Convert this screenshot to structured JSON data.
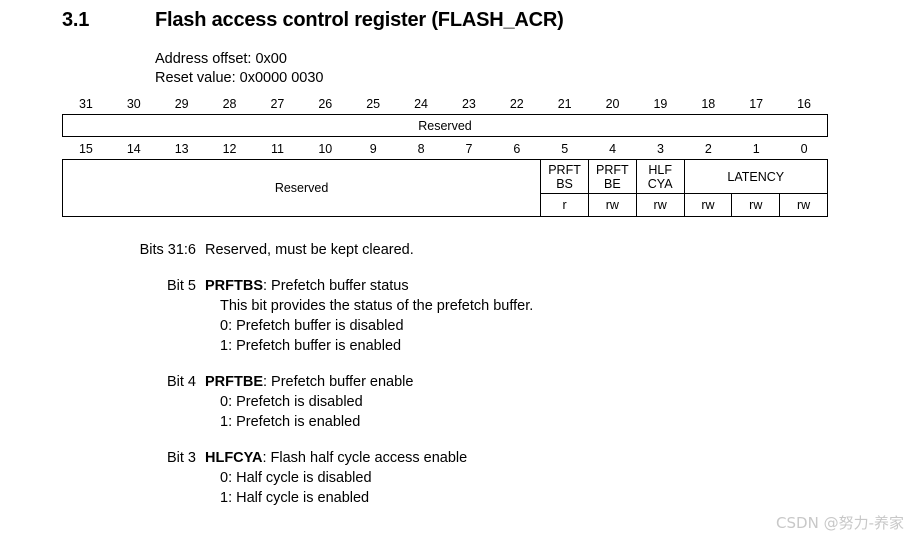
{
  "heading": {
    "section_number": "3.1",
    "title": "Flash access control register (FLASH_ACR)"
  },
  "meta": {
    "address_offset": "Address offset: 0x00",
    "reset_value": "Reset value: 0x0000 0030"
  },
  "register": {
    "high_bits": [
      "31",
      "30",
      "29",
      "28",
      "27",
      "26",
      "25",
      "24",
      "23",
      "22",
      "21",
      "20",
      "19",
      "18",
      "17",
      "16"
    ],
    "high_row_label": "Reserved",
    "low_bits": [
      "15",
      "14",
      "13",
      "12",
      "11",
      "10",
      "9",
      "8",
      "7",
      "6",
      "5",
      "4",
      "3",
      "2",
      "1",
      "0"
    ],
    "low_reserved_label": "Reserved",
    "fields": [
      {
        "name_line1": "PRFT",
        "name_line2": "BS",
        "access": "r"
      },
      {
        "name_line1": "PRFT",
        "name_line2": "BE",
        "access": "rw"
      },
      {
        "name_line1": "HLF",
        "name_line2": "CYA",
        "access": "rw"
      }
    ],
    "latency_label": "LATENCY",
    "latency_access": [
      "rw",
      "rw",
      "rw"
    ]
  },
  "descriptions": [
    {
      "bit_label": "Bits 31:6",
      "field_name": "",
      "first_line": "Reserved, must be kept cleared.",
      "sub_lines": []
    },
    {
      "bit_label": "Bit 5",
      "field_name": "PRFTBS",
      "first_line": ": Prefetch buffer status",
      "sub_lines": [
        "This bit provides the status of the prefetch buffer.",
        "0: Prefetch buffer is disabled",
        "1: Prefetch buffer is enabled"
      ]
    },
    {
      "bit_label": "Bit 4",
      "field_name": "PRFTBE",
      "first_line": ": Prefetch buffer enable",
      "sub_lines": [
        "0: Prefetch is disabled",
        "1: Prefetch is enabled"
      ]
    },
    {
      "bit_label": "Bit 3",
      "field_name": "HLFCYA",
      "first_line": ": Flash half cycle access enable",
      "sub_lines": [
        "0: Half cycle is disabled",
        "1: Half cycle is enabled"
      ]
    }
  ],
  "watermark": "CSDN @努力-养家"
}
